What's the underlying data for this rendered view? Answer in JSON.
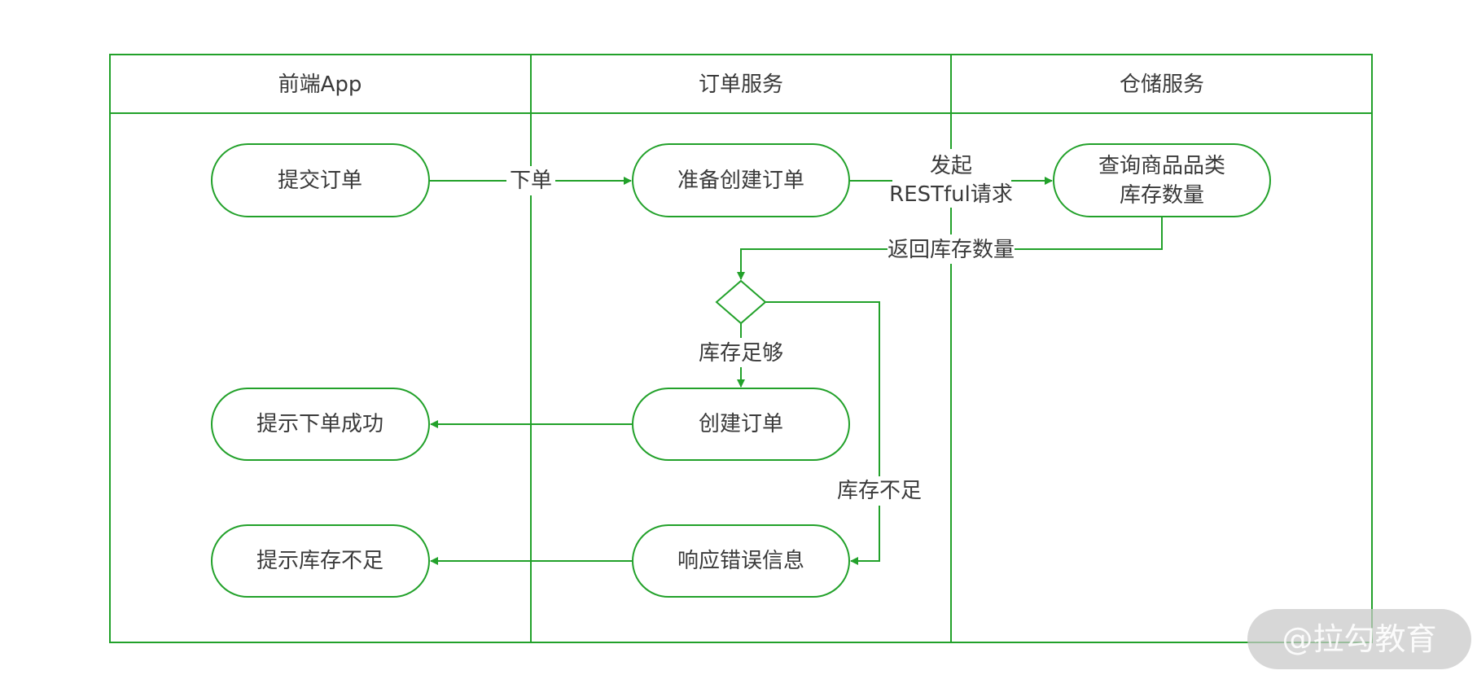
{
  "colors": {
    "line": "#22a12a",
    "text": "#3a3a3a",
    "background": "#ffffff"
  },
  "lanes": [
    {
      "id": "frontend",
      "title": "前端App"
    },
    {
      "id": "order",
      "title": "订单服务"
    },
    {
      "id": "warehouse",
      "title": "仓储服务"
    }
  ],
  "nodes": [
    {
      "id": "submit_order",
      "lane": "frontend",
      "row": 0,
      "type": "terminal",
      "lines": [
        "提交订单"
      ]
    },
    {
      "id": "prepare_order",
      "lane": "order",
      "row": 0,
      "type": "terminal",
      "lines": [
        "准备创建订单"
      ]
    },
    {
      "id": "query_stock",
      "lane": "warehouse",
      "row": 0,
      "type": "terminal",
      "lines": [
        "查询商品品类",
        "库存数量"
      ]
    },
    {
      "id": "stock_decision",
      "lane": "order",
      "row": 1,
      "type": "decision",
      "lines": []
    },
    {
      "id": "create_order",
      "lane": "order",
      "row": 2,
      "type": "terminal",
      "lines": [
        "创建订单"
      ]
    },
    {
      "id": "success_tip",
      "lane": "frontend",
      "row": 2,
      "type": "terminal",
      "lines": [
        "提示下单成功"
      ]
    },
    {
      "id": "error_response",
      "lane": "order",
      "row": 3,
      "type": "terminal",
      "lines": [
        "响应错误信息"
      ]
    },
    {
      "id": "shortage_tip",
      "lane": "frontend",
      "row": 3,
      "type": "terminal",
      "lines": [
        "提示库存不足"
      ]
    }
  ],
  "edges": [
    {
      "from": "submit_order",
      "to": "prepare_order",
      "label": [
        "下单"
      ]
    },
    {
      "from": "prepare_order",
      "to": "query_stock",
      "label": [
        "发起",
        "RESTful请求"
      ]
    },
    {
      "from": "query_stock",
      "to": "stock_decision",
      "label": [
        "返回库存数量"
      ]
    },
    {
      "from": "stock_decision",
      "to": "create_order",
      "label": [
        "库存足够"
      ]
    },
    {
      "from": "stock_decision",
      "to": "error_response",
      "label": [
        "库存不足"
      ]
    },
    {
      "from": "create_order",
      "to": "success_tip",
      "label": []
    },
    {
      "from": "error_response",
      "to": "shortage_tip",
      "label": []
    }
  ],
  "watermark": "@拉勾教育"
}
